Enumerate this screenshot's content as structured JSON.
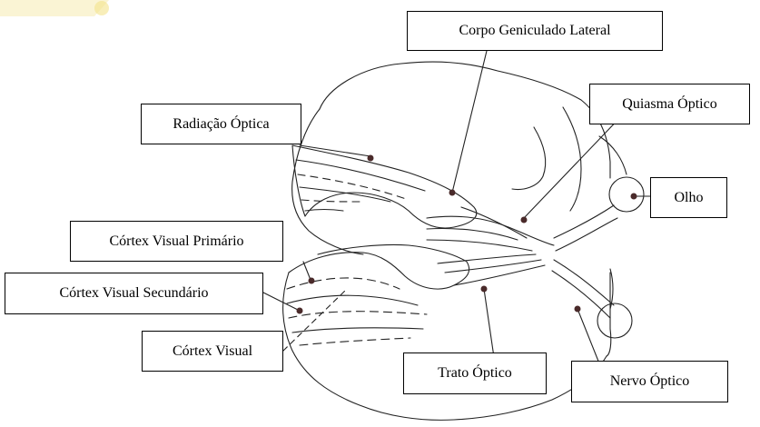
{
  "diagram": {
    "colors": {
      "stroke": "#222222",
      "dot": "#4a2a2a",
      "watermark": "#f3e28a"
    },
    "labels": {
      "corpo_geniculado_lateral": "Corpo Geniculado Lateral",
      "radiacao_optica": "Radiação Óptica",
      "quiasma_optico": "Quiasma Óptico",
      "olho": "Olho",
      "cortex_visual_primario": "Córtex Visual Primário",
      "cortex_visual_secundario": "Córtex Visual Secundário",
      "cortex_visual": "Córtex Visual",
      "trato_optico": "Trato Óptico",
      "nervo_optico": "Nervo Óptico"
    }
  }
}
